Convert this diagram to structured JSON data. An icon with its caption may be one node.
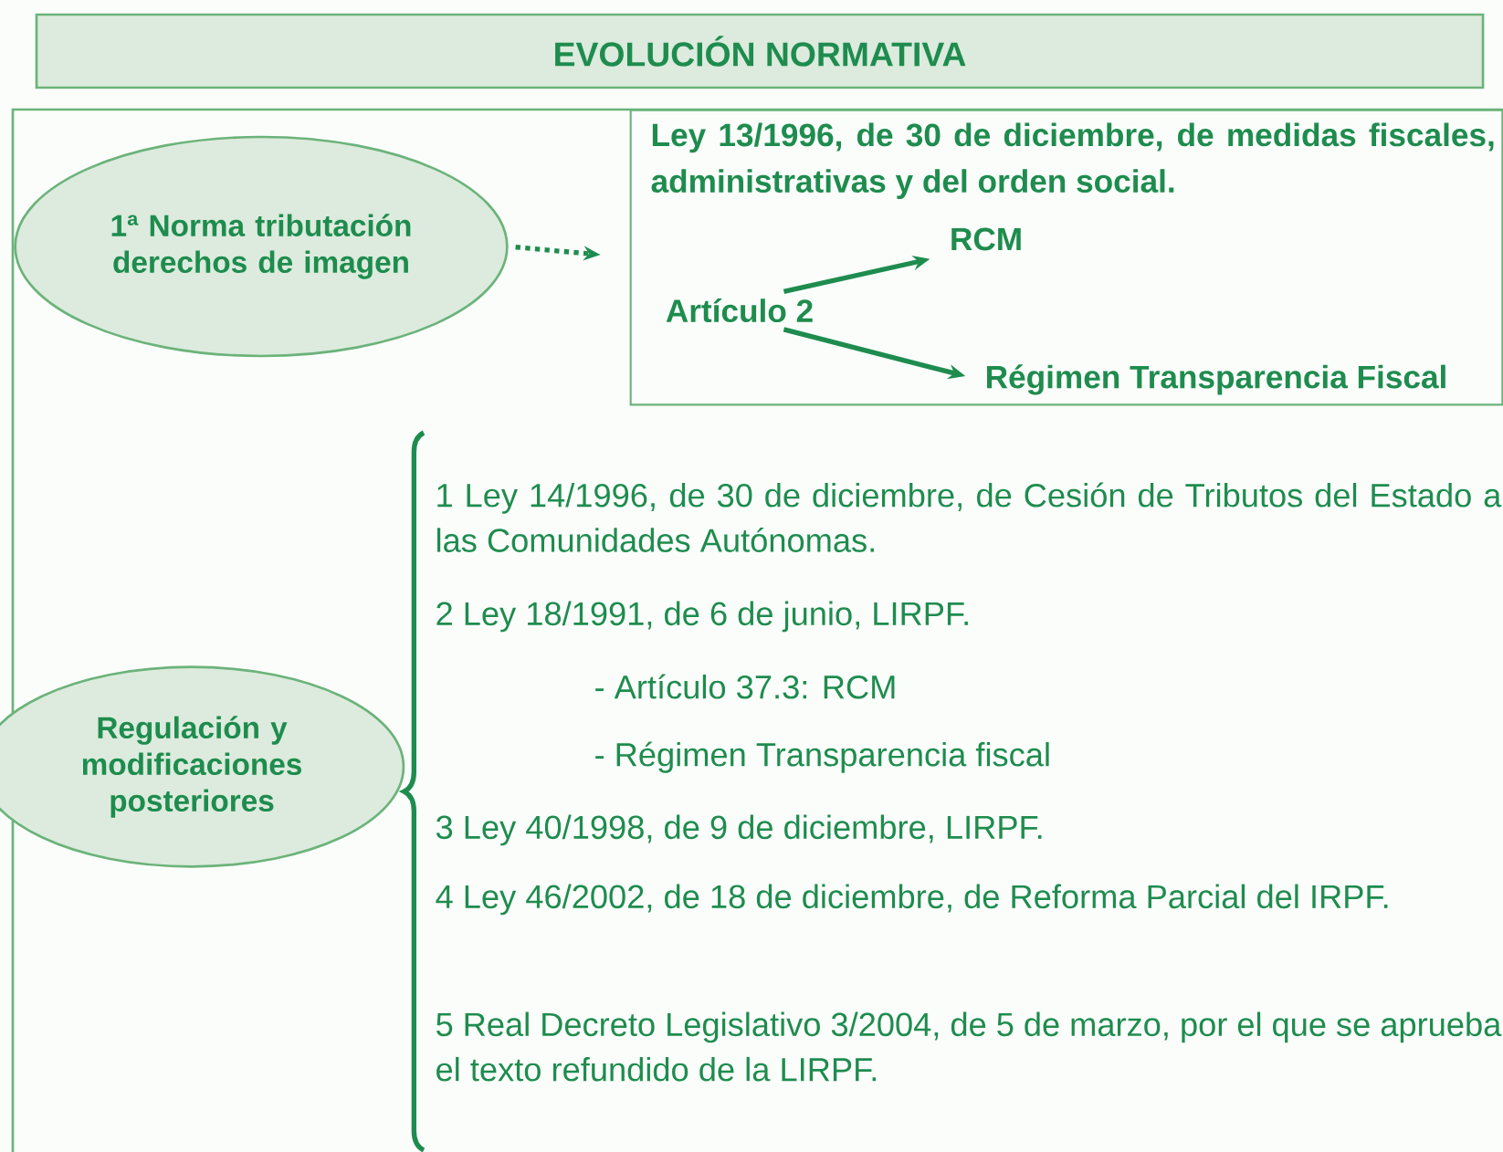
{
  "diagram": {
    "nodes": [
      {
        "text": [
          "EVOLUCIÓN NORMATIVA"
        ]
      },
      {
        "text": [
          "1ª Norma tributación derechos de imagen"
        ]
      },
      {
        "text": [
          "Ley 13/1996, de 30 de diciembre, de medidas fiscales, administrativas y del orden social."
        ]
      },
      {
        "text": [
          "Artículo 2"
        ],
        "in": 2
      },
      {
        "text": [
          "RCM"
        ],
        "in": 2
      },
      {
        "text": [
          "Régimen Transparencia Fiscal"
        ],
        "in": 2
      },
      {
        "text": [
          "Regulación y modificaciones posteriores"
        ]
      }
    ],
    "edges": [
      {
        "from": 1,
        "to": 2,
        "arrow": "to",
        "style": "dashed"
      },
      {
        "from": 3,
        "to": 4,
        "arrow": "to"
      },
      {
        "from": 3,
        "to": 5,
        "arrow": "to"
      }
    ],
    "labels": [
      "1 Ley 14/1996, de 30 de diciembre, de Cesión de Tributos del Estado a las Comunidades Autónomas.",
      "2 Ley 18/1991, de 6 de junio, LIRPF.",
      "- Artículo 37.3: RCM",
      "- Régimen Transparencia fiscal",
      "3 Ley 40/1998, de 9 de diciembre, LIRPF.",
      "4 Ley 46/2002, de 18 de diciembre, de Reforma Parcial del IRPF.",
      "5 Real Decreto Legislativo 3/2004, de 5 de marzo, por el que se aprueba el texto refundido de la LIRPF."
    ]
  }
}
